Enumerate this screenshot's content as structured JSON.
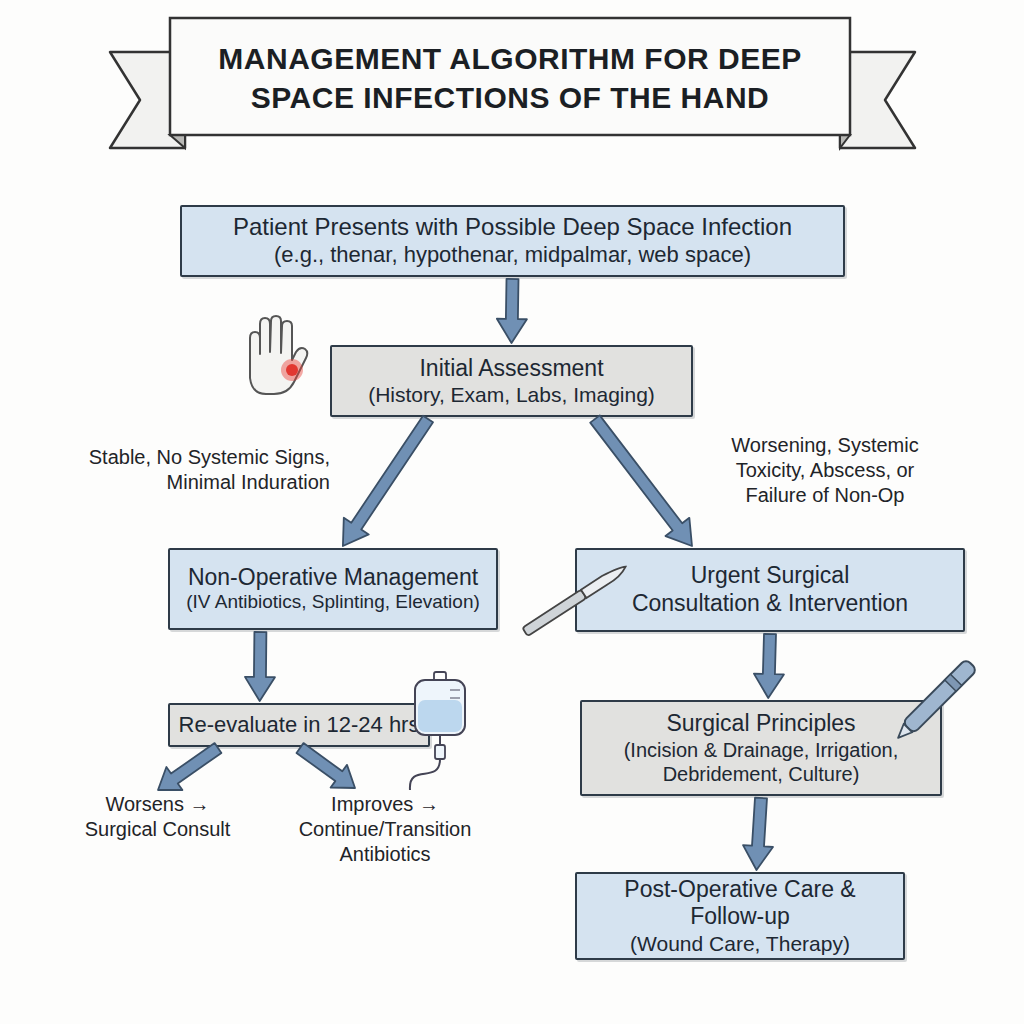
{
  "diagram": {
    "title": "MANAGEMENT ALGORITHM FOR DEEP SPACE INFECTIONS OF THE HAND",
    "nodes": [
      {
        "text": [
          "Patient Presents with Possible Deep Space Infection",
          "(e.g., thenar, hypothenar, midpalmar, web space)"
        ]
      },
      {
        "text": [
          "Initial Assessment",
          "(History, Exam, Labs, Imaging)"
        ]
      },
      {
        "text": [
          "Non-Operative Management",
          "(IV Antibiotics, Splinting, Elevation)"
        ]
      },
      {
        "text": [
          "Urgent Surgical Consultation & Intervention"
        ]
      },
      {
        "text": [
          "Re-evaluate in 12-24 hrs"
        ]
      },
      {
        "text": [
          "Surgical Principles",
          "(Incision & Drainage, Irrigation, Debridement, Culture)"
        ]
      },
      {
        "text": [
          "Post-Operative Care & Follow-up",
          "(Wound Care, Therapy)"
        ]
      }
    ],
    "edges": [
      {
        "from": 0,
        "to": 1,
        "arrow": "to"
      },
      {
        "from": 1,
        "to": 2,
        "label": "Stable, No Systemic Signs, Minimal Induration",
        "arrow": "to"
      },
      {
        "from": 1,
        "to": 3,
        "label": "Worsening, Systemic Toxicity, Abscess, or Failure of Non-Op",
        "arrow": "to"
      },
      {
        "from": 2,
        "to": 4,
        "arrow": "to"
      },
      {
        "from": 3,
        "to": 5,
        "arrow": "to"
      },
      {
        "from": 5,
        "to": 6,
        "arrow": "to"
      }
    ],
    "labels": [
      "Worsens → Surgical Consult",
      "Improves → Continue/Transition Antibiotics"
    ]
  }
}
